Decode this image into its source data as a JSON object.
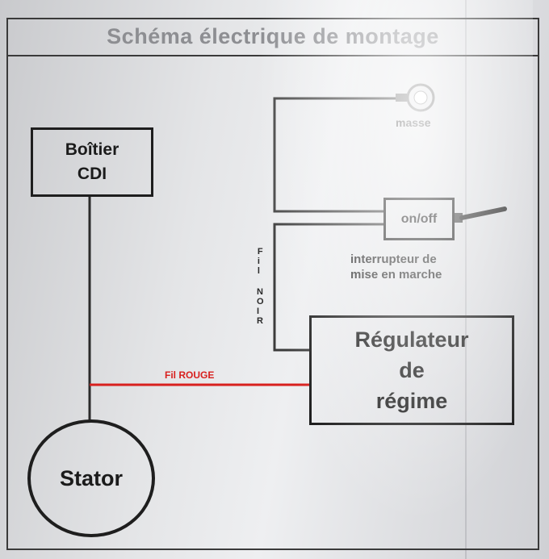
{
  "title": "Schéma électrique de montage",
  "components": {
    "cdi": [
      "Boîtier",
      "CDI"
    ],
    "regulator": [
      "Régulateur",
      "de",
      "régime"
    ],
    "stator": "Stator",
    "switch": "on/off"
  },
  "labels": {
    "ground": "masse",
    "switch_caption": [
      "interrupteur de",
      "mise en marche"
    ],
    "red_wire": "Fil ROUGE",
    "black_wire": [
      "Fil",
      "NOIR"
    ]
  },
  "colors": {
    "red_wire": "#d8201e",
    "black_wire": "#3b3b3b"
  }
}
